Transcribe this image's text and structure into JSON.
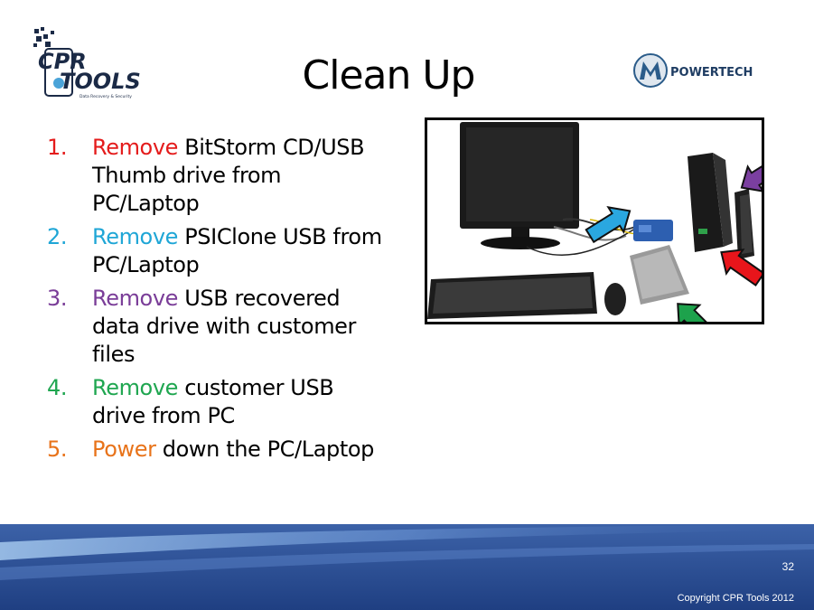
{
  "slide": {
    "title": "Clean Up",
    "page_number": "32",
    "copyright": "Copyright CPR Tools 2012"
  },
  "logos": {
    "cpr_top": "CPR",
    "cpr_bottom": "TOOLS",
    "cpr_tagline": "Data Recovery & Security",
    "partner": "POWERTECH"
  },
  "steps": [
    {
      "num": "1.",
      "verb": "Remove",
      "rest": " BitStorm CD/USB Thumb drive from PC/Laptop",
      "color": "#e41b1b"
    },
    {
      "num": "2.",
      "verb": "Remove",
      "rest": " PSIClone USB from PC/Laptop",
      "color": "#1fa6d6"
    },
    {
      "num": "3.",
      "verb": "Remove",
      "rest": " USB recovered data drive with customer files",
      "color": "#7a3d98"
    },
    {
      "num": "4.",
      "verb": "Remove",
      "rest": " customer USB drive from PC",
      "color": "#1fa650"
    },
    {
      "num": "5.",
      "verb": "Power",
      "rest": " down the PC/Laptop",
      "color": "#e8731a"
    }
  ],
  "arrows": [
    {
      "name": "blue",
      "color": "#2aa7e0"
    },
    {
      "name": "purple",
      "color": "#7b3fa0"
    },
    {
      "name": "red",
      "color": "#e8151b"
    },
    {
      "name": "green",
      "color": "#1da24c"
    }
  ]
}
